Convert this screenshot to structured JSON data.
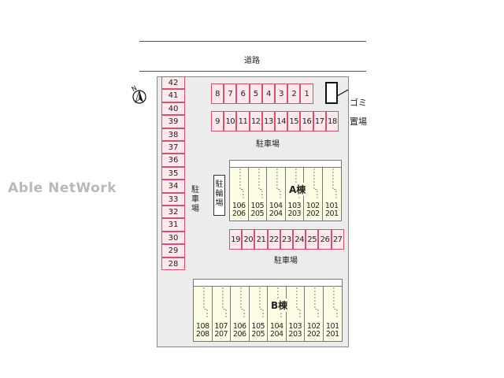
{
  "watermark": "Able NetWork",
  "road_label": "道路",
  "compass_letter": "N",
  "parking_column": [
    "42",
    "41",
    "40",
    "39",
    "38",
    "37",
    "36",
    "35",
    "34",
    "33",
    "32",
    "31",
    "30",
    "29",
    "28"
  ],
  "parking_top_row1": [
    "8",
    "7",
    "6",
    "5",
    "4",
    "3",
    "2",
    "1"
  ],
  "parking_top_row2": [
    "9",
    "10",
    "11",
    "12",
    "13",
    "14",
    "15",
    "16",
    "17",
    "18"
  ],
  "parking_middle_row": [
    "19",
    "20",
    "21",
    "22",
    "23",
    "24",
    "25",
    "26",
    "27"
  ],
  "parking_label": "駐車場",
  "parking_vertical_label": [
    "駐",
    "車",
    "場"
  ],
  "bike_parking_label": [
    "駐",
    "輪",
    "場"
  ],
  "trash_label_line1": "ゴミ",
  "trash_label_line2": "置場",
  "building_a": {
    "name": "A棟",
    "units": [
      {
        "top": "106",
        "bottom": "206"
      },
      {
        "top": "105",
        "bottom": "205"
      },
      {
        "top": "104",
        "bottom": "204"
      },
      {
        "top": "103",
        "bottom": "203"
      },
      {
        "top": "102",
        "bottom": "202"
      },
      {
        "top": "101",
        "bottom": "201"
      }
    ]
  },
  "building_b": {
    "name": "B棟",
    "units": [
      {
        "top": "108",
        "bottom": "208"
      },
      {
        "top": "107",
        "bottom": "207"
      },
      {
        "top": "106",
        "bottom": "206"
      },
      {
        "top": "105",
        "bottom": "205"
      },
      {
        "top": "104",
        "bottom": "204"
      },
      {
        "top": "103",
        "bottom": "203"
      },
      {
        "top": "102",
        "bottom": "202"
      },
      {
        "top": "101",
        "bottom": "201"
      }
    ]
  }
}
